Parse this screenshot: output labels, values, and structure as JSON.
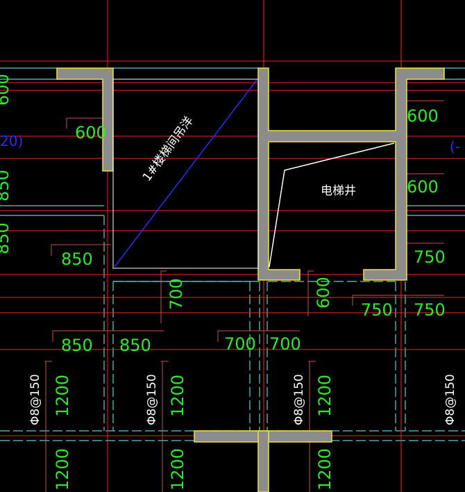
{
  "colors": {
    "background": "#000000",
    "wall_fill": "#8c8c8c",
    "wall_edge": "#f0e43c",
    "axis_red": "#ff2020",
    "cyan": "#5ed0d0",
    "dim_text": "#2ee82e",
    "dim_line": "#c85050",
    "blue": "#2b2bff",
    "label_text": "#ffffff"
  },
  "labels": {
    "stair_shaft": "1#楼梯间吊洋",
    "elevator_shaft": "电梯井"
  },
  "dimensions": {
    "d600_left": "600",
    "d600_right_top": "600",
    "d600_right_mid": "600",
    "d600_bottom_vertical": "600",
    "d850_left": "850",
    "d850_bottom_a": "850",
    "d850_bottom_b": "850",
    "d700_vertical": "700",
    "d700_bottom_a": "700",
    "d700_bottom_b": "700",
    "d750_right": "750",
    "d750_bottom_a": "750",
    "d750_bottom_b": "750",
    "edge_600_top": "600",
    "edge_850_upper": "850",
    "edge_850_lower": "850",
    "edge_20": "20)",
    "edge_right_partial": "(-"
  },
  "rebar": {
    "r1": "Φ8@150",
    "r2": "Φ8@150",
    "r3": "Φ8@150",
    "r4": "Φ8@150"
  },
  "vertical_dims": {
    "v1200_1": "1200",
    "v1200_2": "1200",
    "v1200_3": "1200",
    "v1200_4": "1200",
    "v1200_5": "1200",
    "v1200_6": "1200"
  }
}
